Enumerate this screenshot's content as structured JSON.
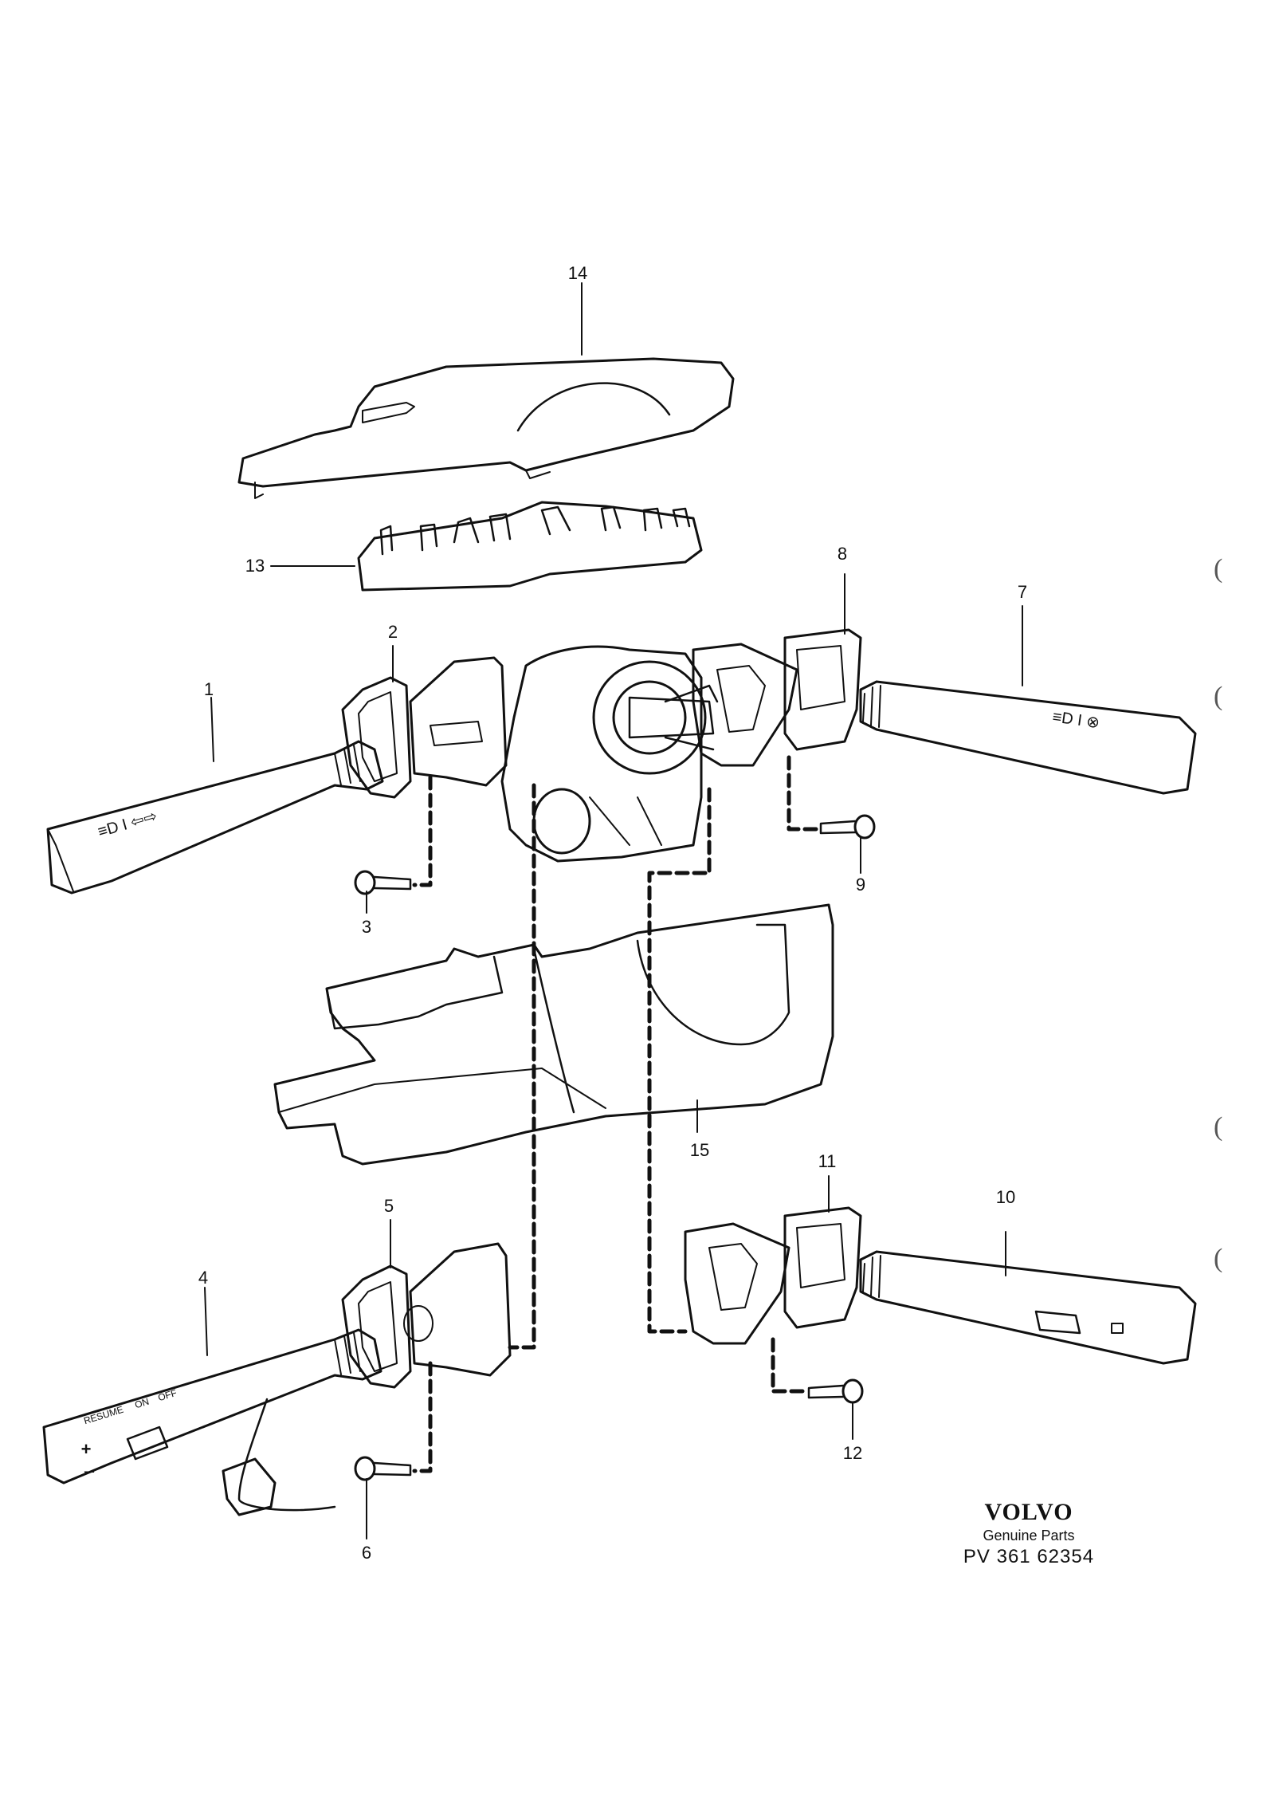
{
  "callouts": [
    {
      "id": "1",
      "label": "1"
    },
    {
      "id": "2",
      "label": "2"
    },
    {
      "id": "3",
      "label": "3"
    },
    {
      "id": "4",
      "label": "4"
    },
    {
      "id": "5",
      "label": "5"
    },
    {
      "id": "6",
      "label": "6"
    },
    {
      "id": "7",
      "label": "7"
    },
    {
      "id": "8",
      "label": "8"
    },
    {
      "id": "9",
      "label": "9"
    },
    {
      "id": "10",
      "label": "10"
    },
    {
      "id": "11",
      "label": "11"
    },
    {
      "id": "12",
      "label": "12"
    },
    {
      "id": "13",
      "label": "13"
    },
    {
      "id": "14",
      "label": "14"
    },
    {
      "id": "15",
      "label": "15"
    }
  ],
  "stalk_markings": {
    "lower_left_switch": {
      "resume": "RESUME",
      "on": "ON",
      "off": "OFF",
      "plus": "+",
      "minus": "–"
    }
  },
  "brand": {
    "logo": "VOLVO",
    "subtitle": "Genuine Parts",
    "part_code": "PV 361 62354"
  },
  "margin_marks": [
    "(",
    "(",
    "(",
    "("
  ]
}
